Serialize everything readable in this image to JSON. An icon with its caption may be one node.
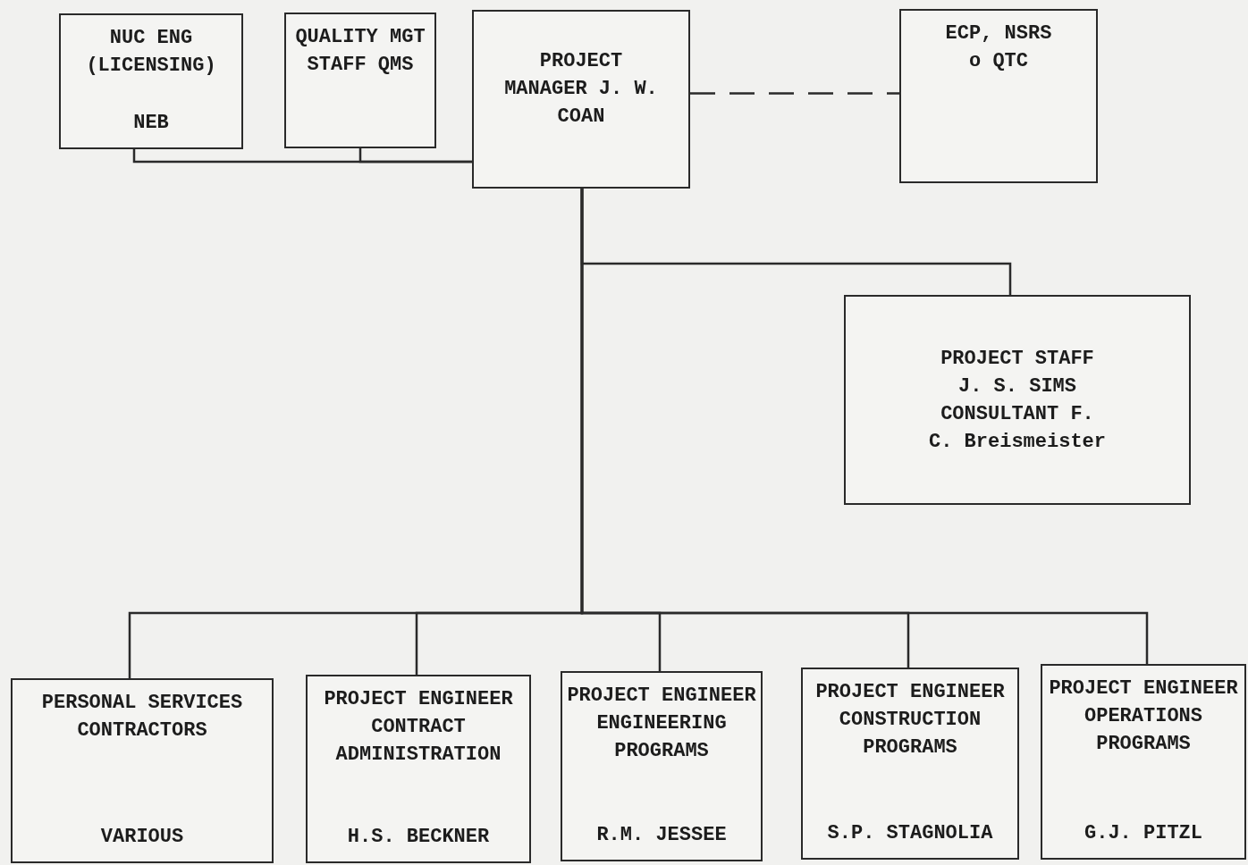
{
  "diagram": {
    "nodes": [
      {
        "text": [
          "NUC ENG (LICENSING)",
          "NEB"
        ]
      },
      {
        "text": [
          "QUALITY MGT STAFF QMS"
        ]
      },
      {
        "text": [
          "PROJECT MANAGER J. W. COAN"
        ]
      },
      {
        "text": [
          "ECP, NSRS",
          "o QTC"
        ]
      },
      {
        "text": [
          "PROJECT STAFF J. S. SIMS",
          "CONSULTANT F. C. Breismeister"
        ]
      },
      {
        "text": [
          "PERSONAL SERVICES CONTRACTORS",
          "VARIOUS"
        ]
      },
      {
        "text": [
          "PROJECT ENGINEER CONTRACT ADMINISTRATION",
          "H.S. BECKNER"
        ]
      },
      {
        "text": [
          "PROJECT ENGINEER ENGINEERING PROGRAMS",
          "R.M. JESSEE"
        ]
      },
      {
        "text": [
          "PROJECT ENGINEER CONSTRUCTION PROGRAMS",
          "S.P. STAGNOLIA"
        ]
      },
      {
        "text": [
          "PROJECT ENGINEER OPERATIONS PROGRAMS",
          "G.J. PITZL"
        ]
      }
    ],
    "edges": [
      {
        "from": 2,
        "to": 0,
        "arrow": "none"
      },
      {
        "from": 2,
        "to": 1,
        "arrow": "none"
      },
      {
        "from": 2,
        "to": 3,
        "arrow": "none",
        "style": "dashed"
      },
      {
        "from": 2,
        "to": 4,
        "arrow": "none"
      },
      {
        "from": 2,
        "to": 5,
        "arrow": "none"
      },
      {
        "from": 2,
        "to": 6,
        "arrow": "none"
      },
      {
        "from": 2,
        "to": 7,
        "arrow": "none"
      },
      {
        "from": 2,
        "to": 8,
        "arrow": "none"
      },
      {
        "from": 2,
        "to": 9,
        "arrow": "none"
      }
    ]
  }
}
